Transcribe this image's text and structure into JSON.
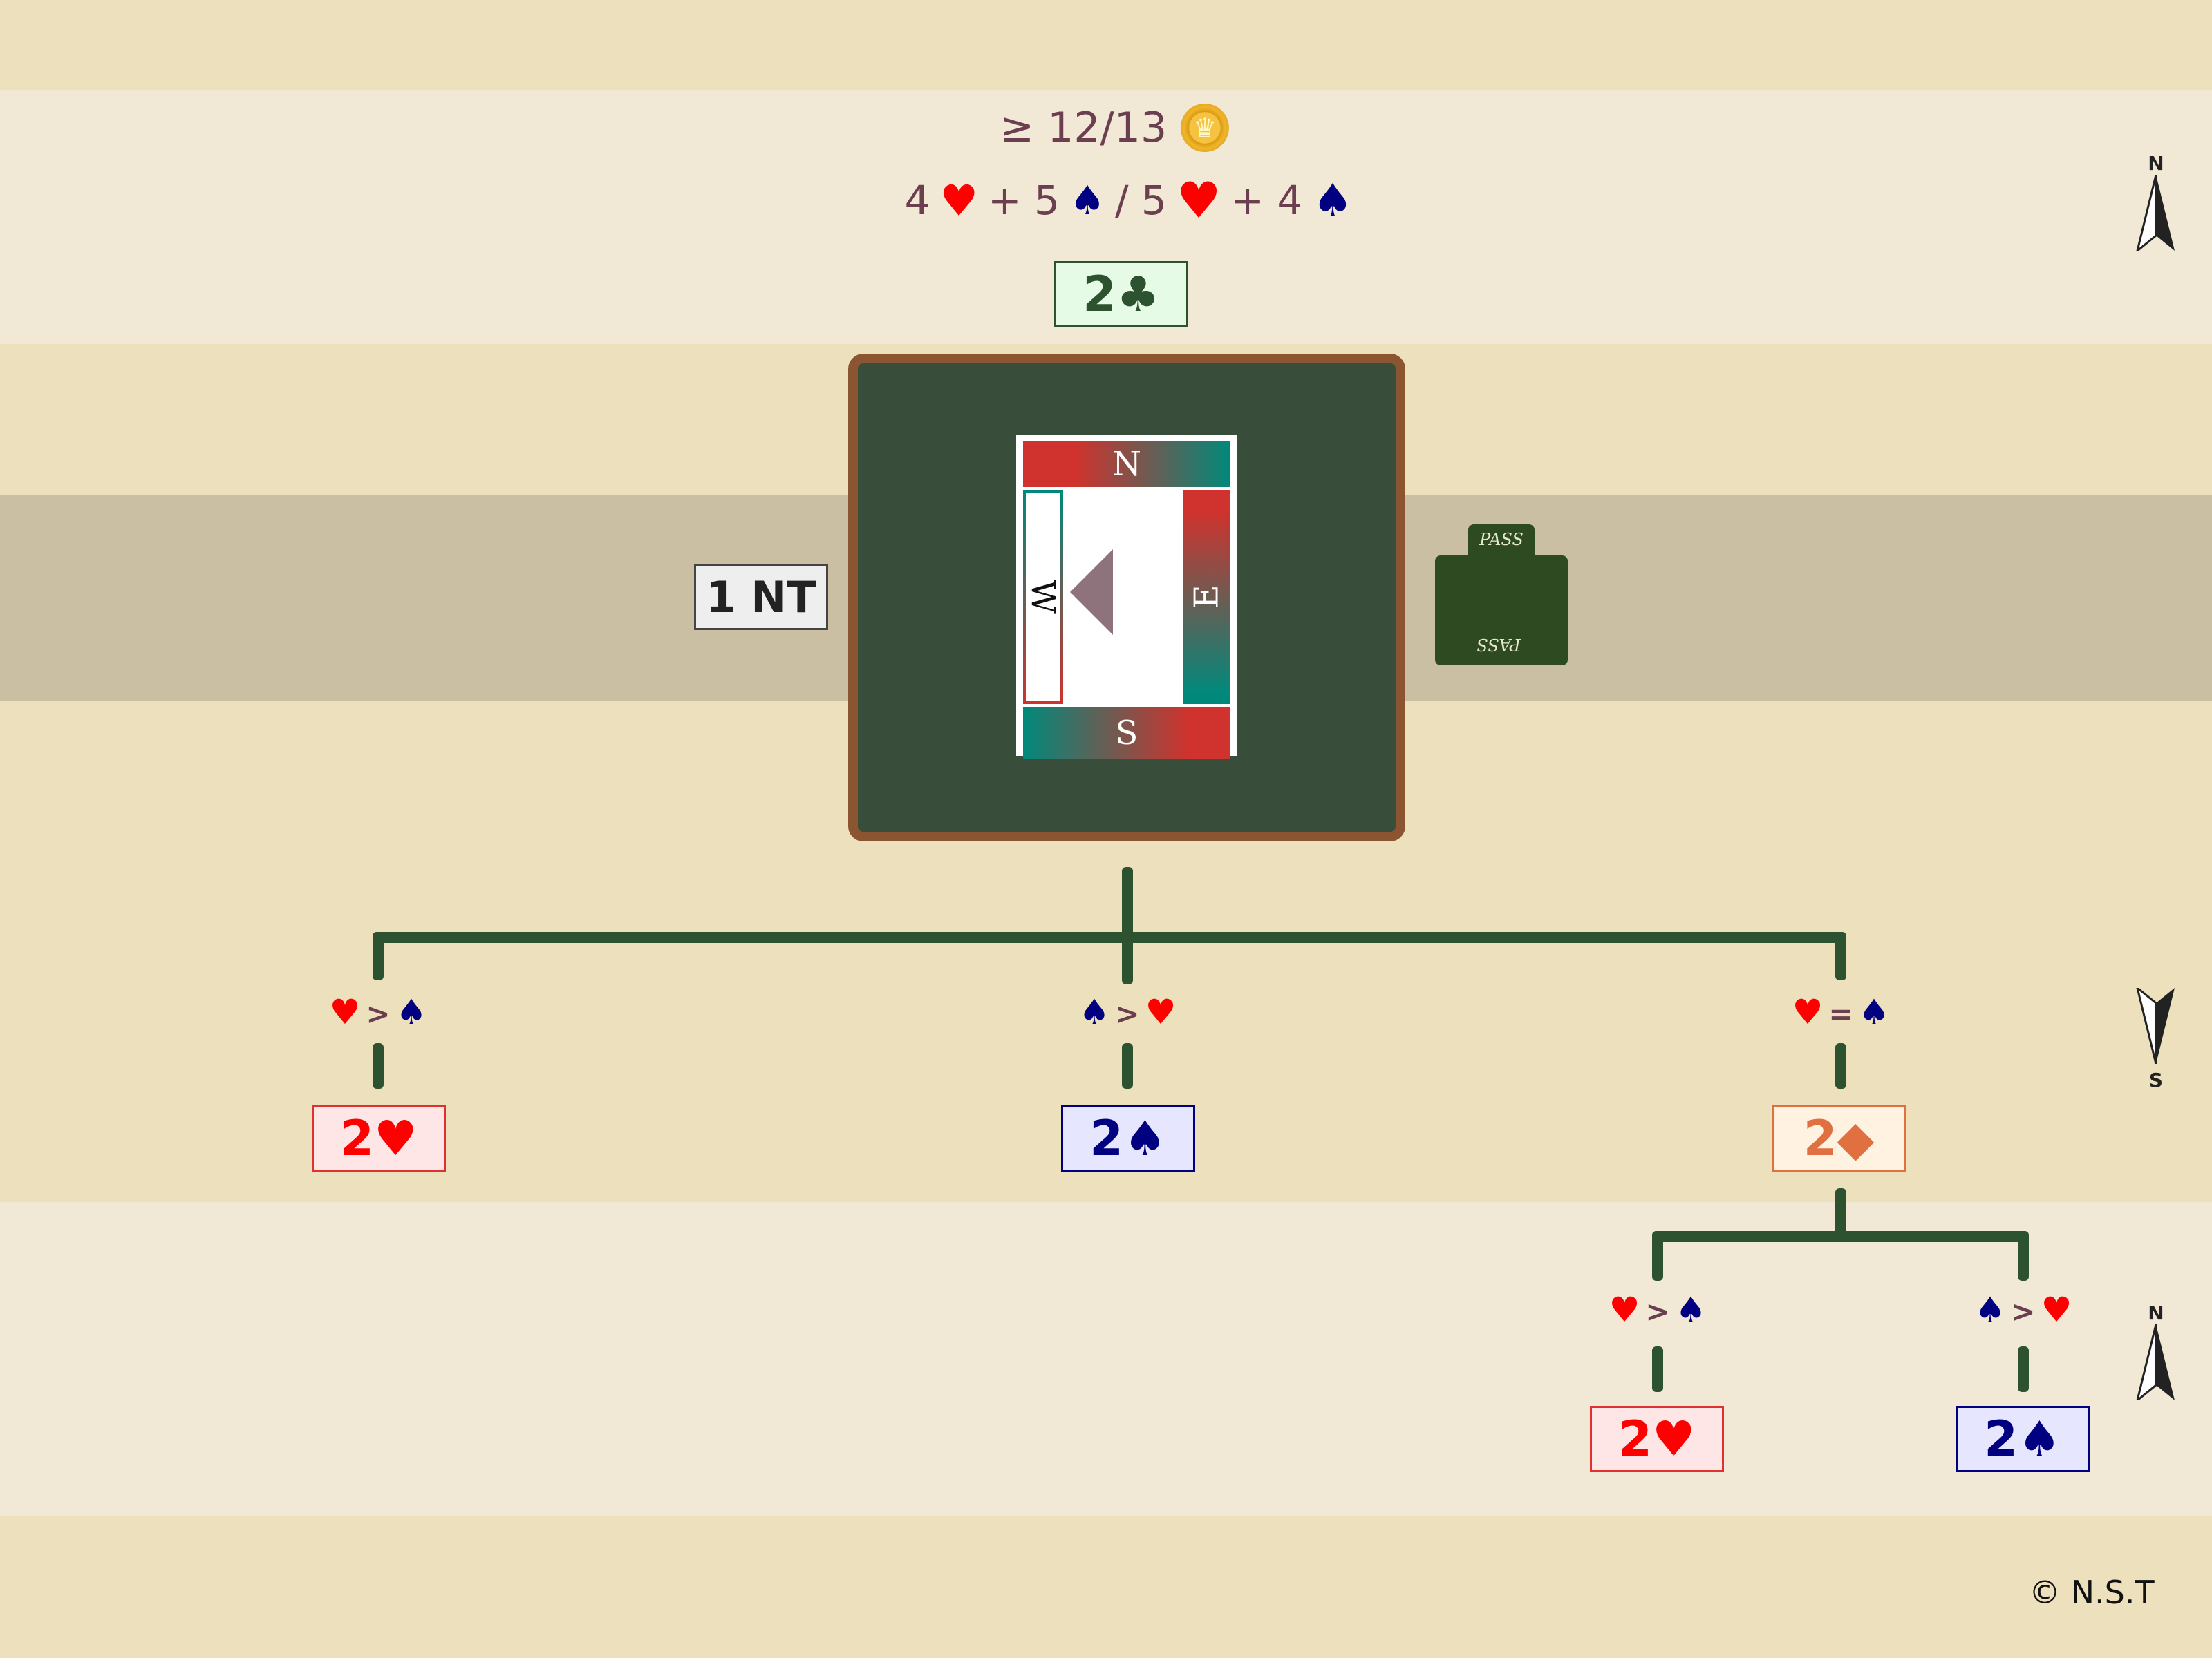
{
  "header": {
    "points": "≥ 12/13",
    "coin_icon": "crown-coin-icon",
    "shape": [
      {
        "n": "4",
        "suit": "♥",
        "cls": "h"
      },
      {
        "op": "+"
      },
      {
        "n": "5",
        "suit": "♠",
        "cls": "s"
      },
      {
        "op": "/"
      },
      {
        "n": "5",
        "suit": "♥",
        "cls": "h"
      },
      {
        "op": "+"
      },
      {
        "n": "4",
        "suit": "♠",
        "cls": "s"
      }
    ],
    "shape_text": {
      "a": "4",
      "b": "+ 5",
      "c": "/ 5",
      "d": "+ 4"
    },
    "opening_bid": {
      "level": "2",
      "suit": "♣"
    }
  },
  "table": {
    "north": "N",
    "south": "S",
    "east": "E",
    "west": "W",
    "west_bid": "1 NT",
    "east_card_top": "PASS",
    "east_card_bottom": "PASS"
  },
  "tree": {
    "branches": [
      {
        "cond": {
          "a": "♥",
          "op": ">",
          "b": "♠"
        },
        "bid": {
          "level": "2",
          "suit": "♥"
        }
      },
      {
        "cond": {
          "a": "♠",
          "op": ">",
          "b": "♥"
        },
        "bid": {
          "level": "2",
          "suit": "♠"
        }
      },
      {
        "cond": {
          "a": "♥",
          "op": "=",
          "b": "♠"
        },
        "bid": {
          "level": "2",
          "suit": "◆"
        }
      }
    ],
    "sub_branches": [
      {
        "cond": {
          "a": "♥",
          "op": ">",
          "b": "♠"
        },
        "bid": {
          "level": "2",
          "suit": "♥"
        }
      },
      {
        "cond": {
          "a": "♠",
          "op": ">",
          "b": "♥"
        },
        "bid": {
          "level": "2",
          "suit": "♠"
        }
      }
    ]
  },
  "compass": {
    "top": "N",
    "middle": "S",
    "bottom": "N"
  },
  "copyright": "© N.S.T",
  "colors": {
    "heart": "#ff0000",
    "spade": "#000080",
    "club": "#2d5230",
    "diamond": "#e07040",
    "text": "#6b3f4f"
  }
}
